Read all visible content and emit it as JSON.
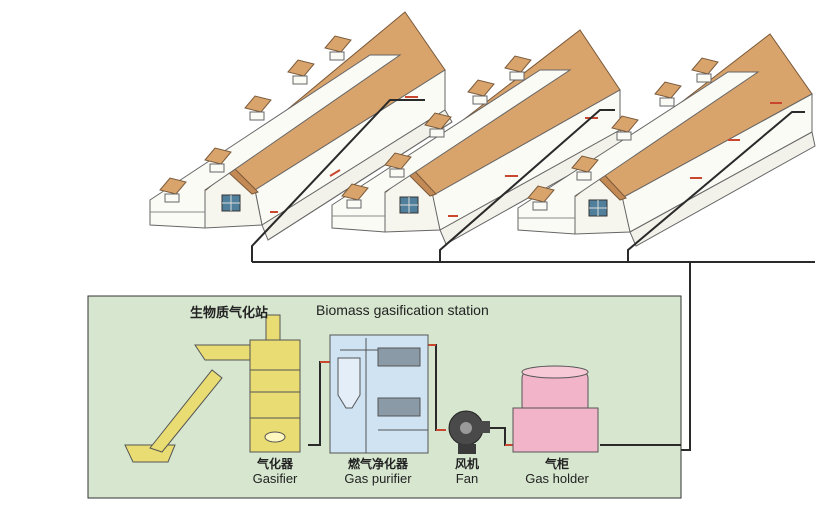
{
  "station": {
    "title_cn": "生物质气化站",
    "title_en": "Biomass gasification station"
  },
  "components": [
    {
      "cn": "气化器",
      "en": "Gasifier"
    },
    {
      "cn": "燃气净化器",
      "en": "Gas purifier"
    },
    {
      "cn": "风机",
      "en": "Fan"
    },
    {
      "cn": "气柜",
      "en": "Gas holder"
    }
  ],
  "colors": {
    "roof": "#d9a36c",
    "station_bg": "#d6e6cf",
    "gasifier": "#e8dc72",
    "purifier": "#cfe3f3",
    "gas_holder": "#f2b4c8",
    "pipe": "#2a2a2a",
    "pipe_marker": "#c8472e"
  }
}
